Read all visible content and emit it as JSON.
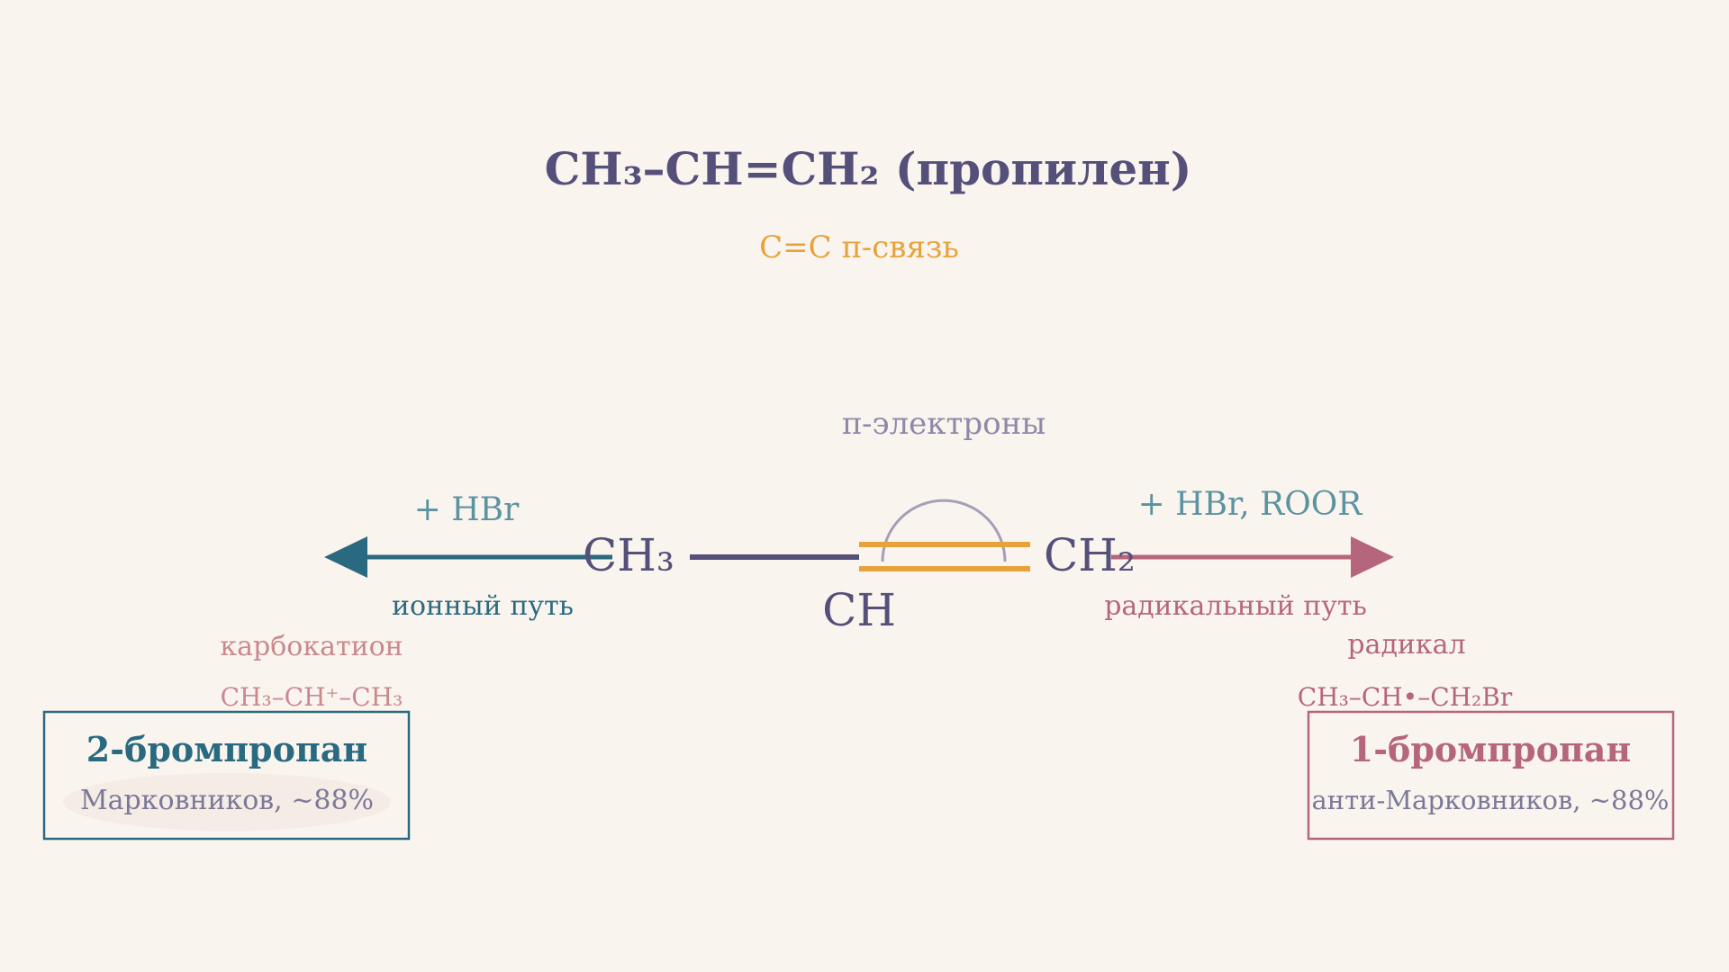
{
  "title": "CH₃–CH=CH₂  (пропилен)",
  "subtitle": "C=C π-связь",
  "molecule": {
    "ch3": "CH₃",
    "ch": "CH",
    "ch2": "CH₂",
    "pi_label": "π-электроны"
  },
  "left_path": {
    "reagent": "+ HBr",
    "path_label": "ионный путь",
    "intermediate_label": "карбокатион",
    "intermediate_formula": "CH₃–CH⁺–CH₃",
    "product_name": "2-бромпропан",
    "product_note": "Марковников, ~88%"
  },
  "right_path": {
    "reagent": "+ HBr, ROOR",
    "path_label": "радикальный путь",
    "intermediate_label": "радикал",
    "intermediate_formula": "CH₃–CH•–CH₂Br",
    "product_name": "1-бромпропан",
    "product_note": "анти-Марковников, ~88%"
  },
  "colors": {
    "background": "#faf4ee",
    "molecule": "#55507a",
    "pi_bond": "#e8a23a",
    "pi_arc": "#a39fba",
    "ionic": "#2a6a80",
    "ionic_light": "#5b93a0",
    "radical": "#b5667c",
    "radical_light": "#c98a8e",
    "muted": "#7c7898"
  }
}
